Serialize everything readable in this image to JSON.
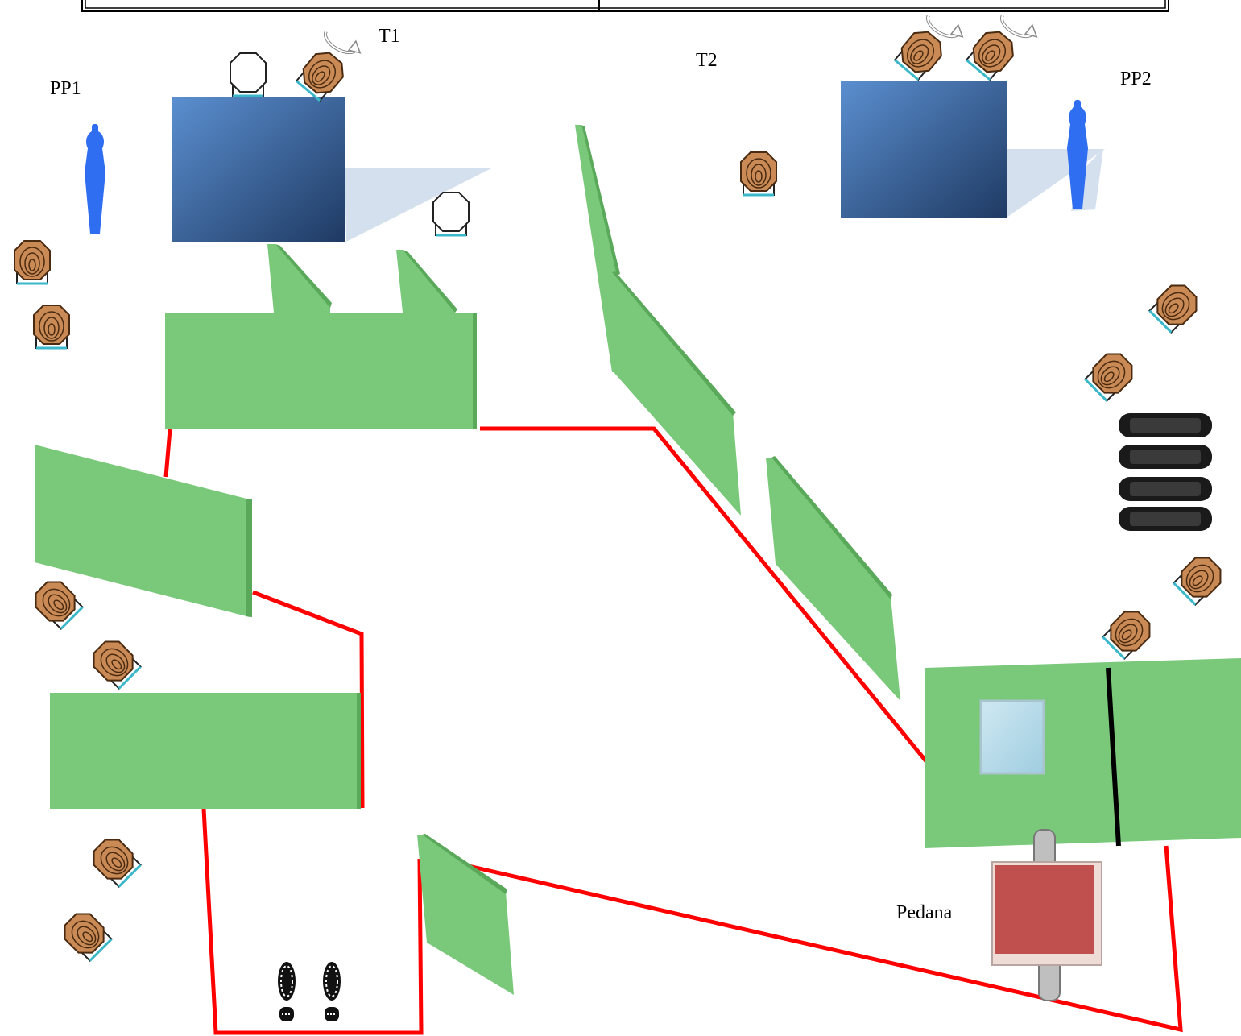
{
  "labels": {
    "pp1": "PP1",
    "pp2": "PP2",
    "t1": "T1",
    "t2": "T2",
    "pedana": "Pedana"
  },
  "colors": {
    "wall_green": "#7ac97a",
    "wall_green_dark": "#4e9a4e",
    "fault_line": "#ff0000",
    "barrel_blue": "#3d67a8",
    "steel_popper": "#2f6ef0",
    "pedana_red": "#c0504d",
    "target_brown": "#c98a55",
    "tire_black": "#1a1a1a"
  },
  "icons": {
    "target": "cardboard-target-icon",
    "no_shoot": "no-shoot-target-icon",
    "popper": "steel-popper-icon",
    "start": "footprints-icon",
    "tires": "tire-stack-icon",
    "window": "window-icon",
    "swinger": "swinging-arrow-icon"
  }
}
